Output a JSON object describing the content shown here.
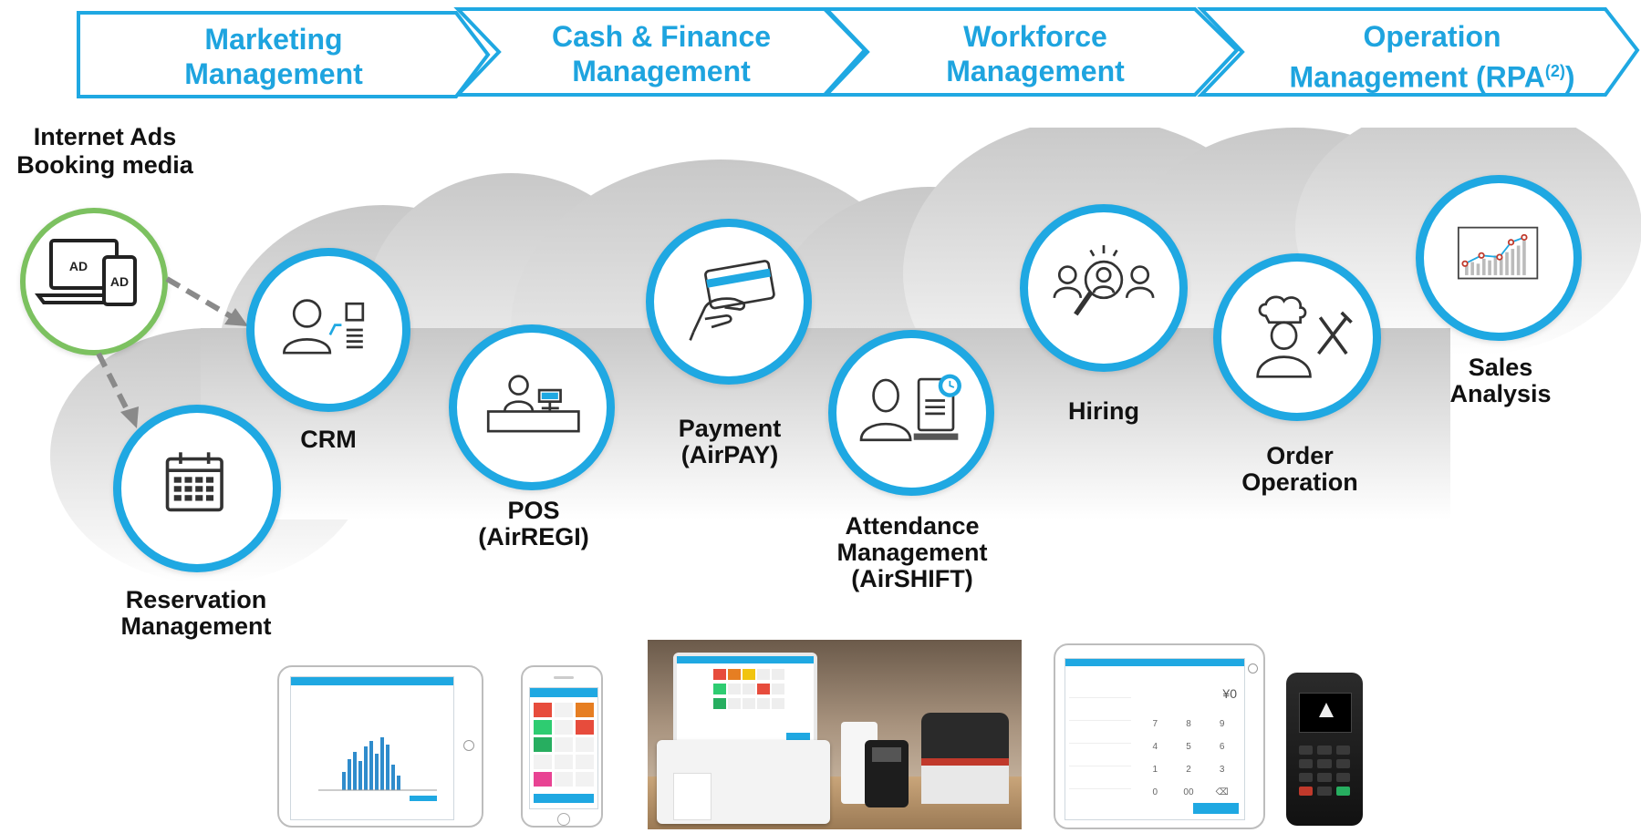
{
  "stages": [
    {
      "line1": "Marketing",
      "line2": "Management"
    },
    {
      "line1": "Cash & Finance",
      "line2": "Management"
    },
    {
      "line1": "Workforce",
      "line2": "Management"
    },
    {
      "line1": "Operation",
      "line2": "Management (RPA",
      "sup": "(2)",
      "after": ")"
    }
  ],
  "source_label": {
    "line1": "Internet Ads",
    "line2": "Booking media",
    "ad_text": "AD"
  },
  "nodes": {
    "crm": "CRM",
    "reservation": {
      "line1": "Reservation",
      "line2": "Management"
    },
    "pos": {
      "line1": "POS",
      "line2": "(AirREGI)"
    },
    "payment": {
      "line1": "Payment",
      "line2": "(AirPAY)"
    },
    "attendance": {
      "line1": "Attendance",
      "line2": "Management",
      "line3": "(AirSHIFT)"
    },
    "hiring": "Hiring",
    "order": {
      "line1": "Order",
      "line2": "Operation"
    },
    "sales": {
      "line1": "Sales",
      "line2": "Analysis"
    }
  },
  "keypad": {
    "amount": "¥0",
    "keys": [
      "7",
      "8",
      "9",
      "4",
      "5",
      "6",
      "1",
      "2",
      "3",
      "0",
      "00",
      "⌫"
    ]
  },
  "colors": {
    "accent": "#1fa8e2",
    "green": "#7cc160",
    "text": "#111111"
  }
}
